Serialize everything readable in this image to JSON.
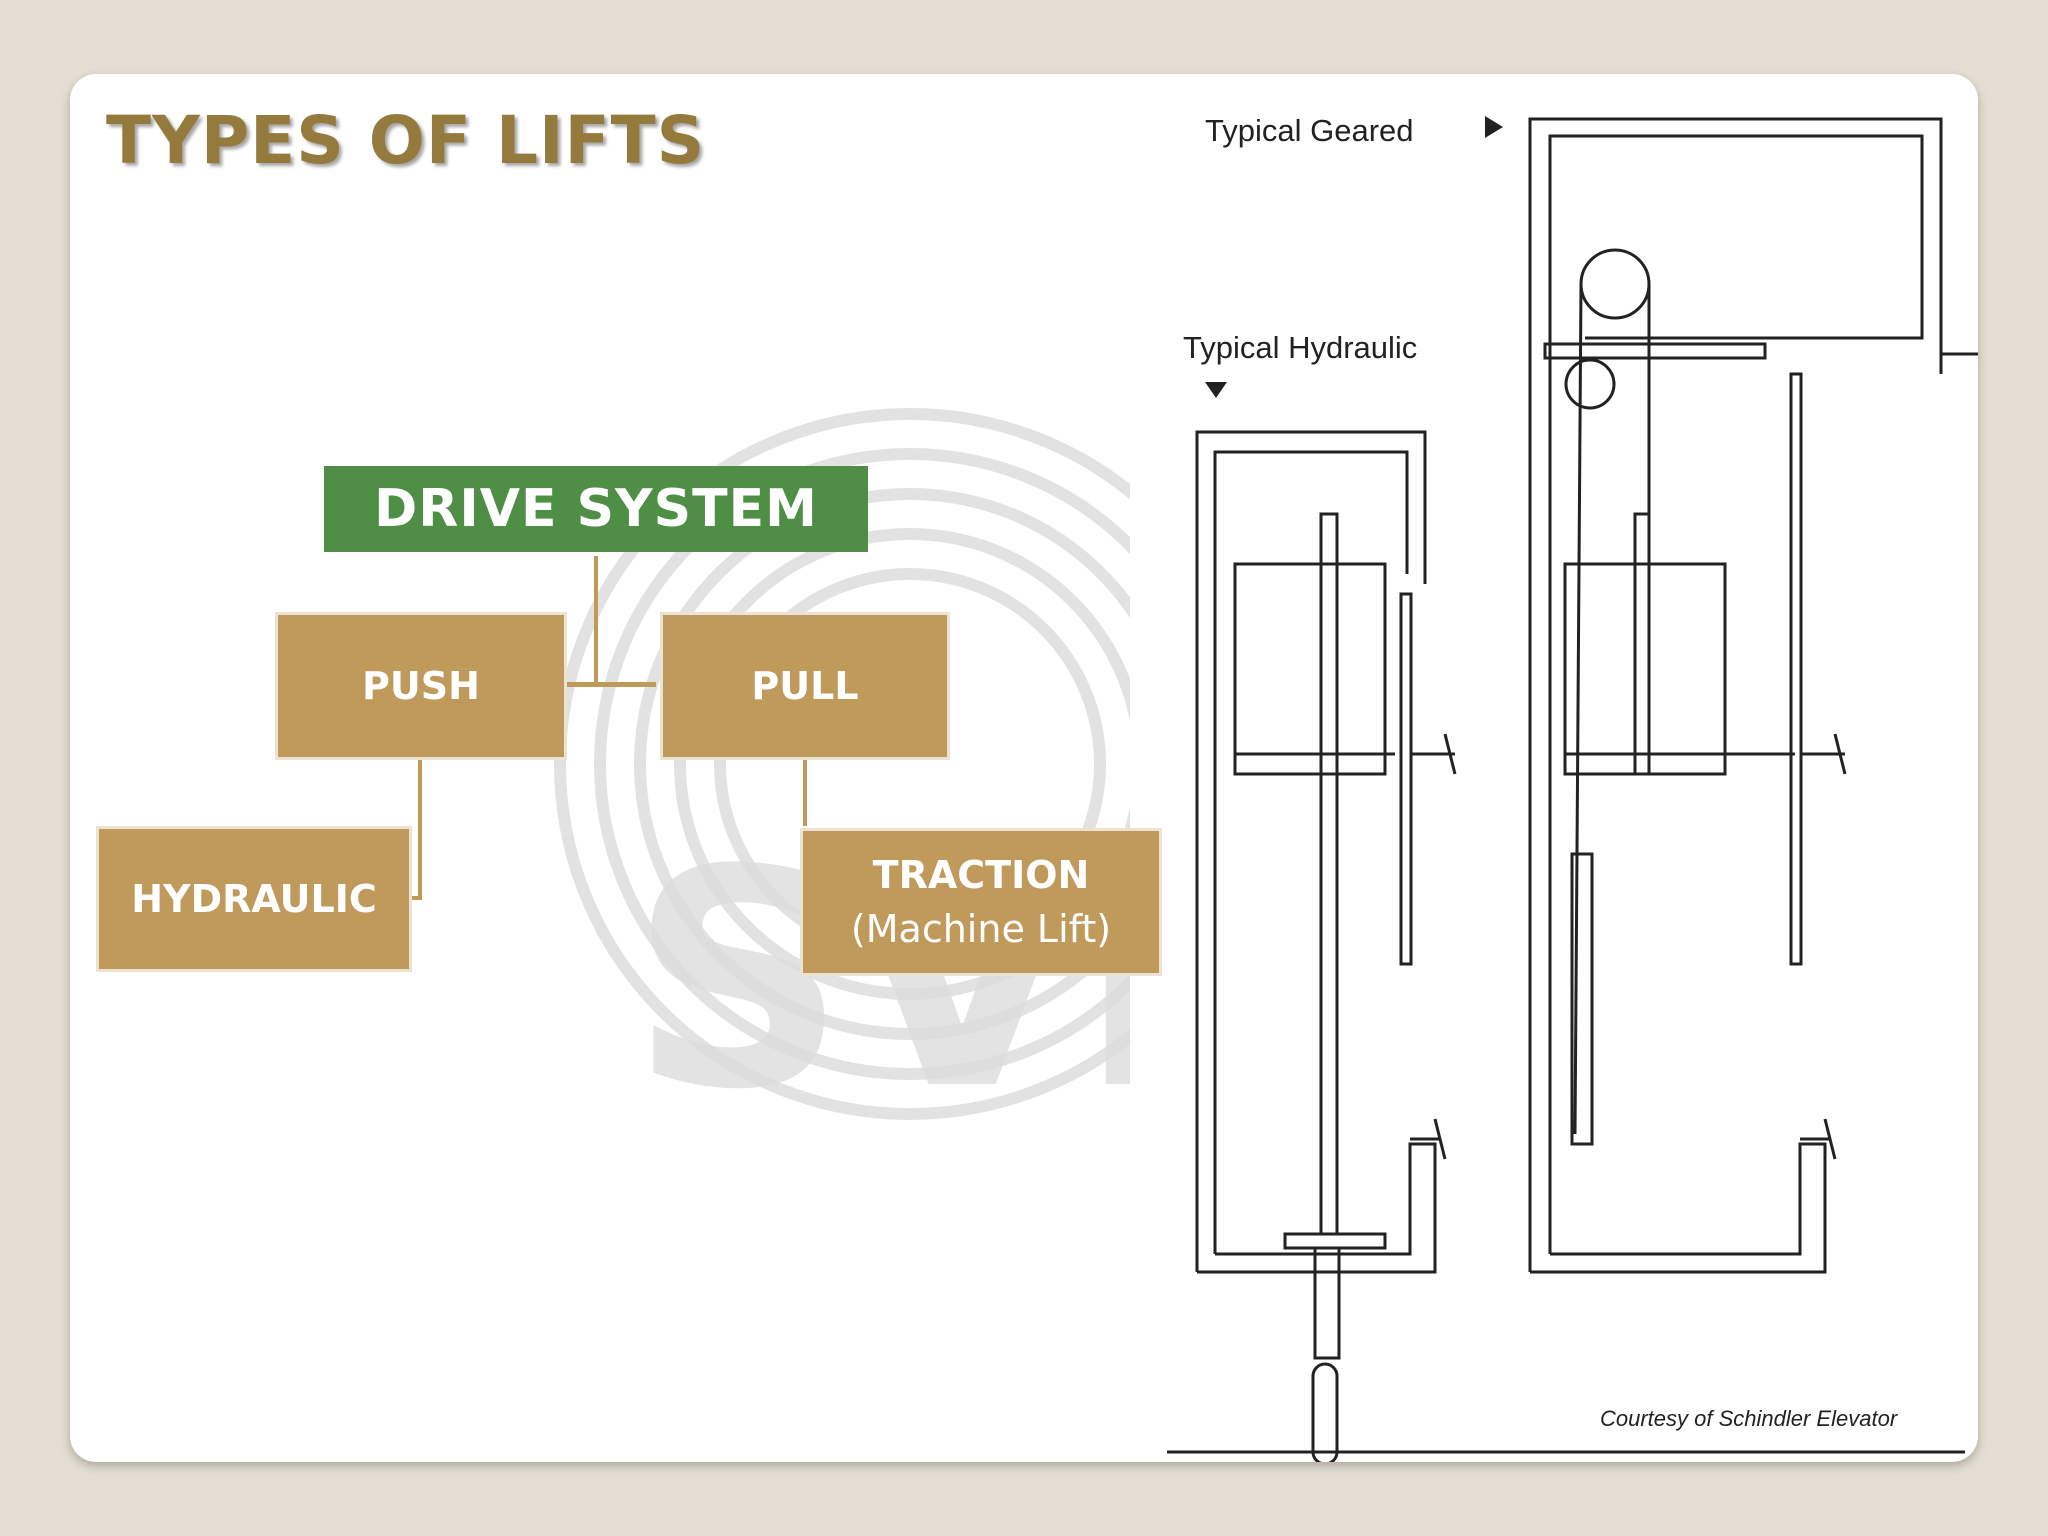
{
  "slide": {
    "title": "TYPES OF LIFTS"
  },
  "chart": {
    "root": "DRIVE SYSTEM",
    "branches": [
      {
        "label": "PUSH",
        "child": {
          "label": "HYDRAULIC",
          "sub": ""
        }
      },
      {
        "label": "PULL",
        "child": {
          "label": "TRACTION",
          "sub": "(Machine Lift)"
        }
      }
    ]
  },
  "drawing": {
    "geared_label": "Typical Geared",
    "hydraulic_label": "Typical Hydraulic",
    "credit": "Courtesy of Schindler Elevator"
  },
  "colors": {
    "title": "#957a3e",
    "root_box": "#4e8f45",
    "node_box": "#c09a5b",
    "background": "#e4dfd2"
  }
}
